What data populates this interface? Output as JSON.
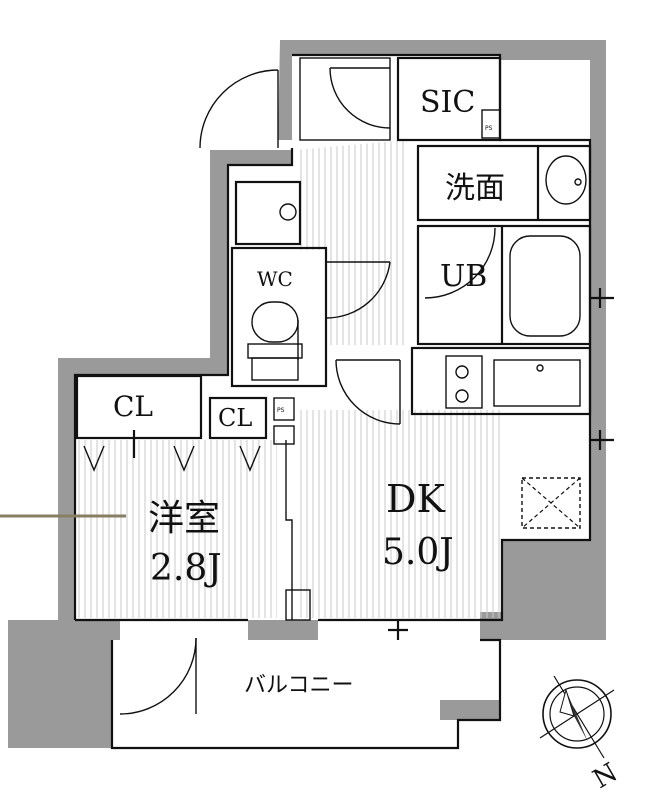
{
  "rooms": {
    "sic": "SIC",
    "washroom": "洗面",
    "unit_bath": "UB",
    "wc": "WC",
    "closet_1": "CL",
    "closet_2": "CL",
    "ps_1": "PS",
    "ps_2": "PS",
    "western_room": "洋室",
    "western_room_size": "2.8J",
    "dk": "DK",
    "dk_size": "5.0J",
    "balcony": "バルコニー"
  },
  "compass": {
    "label": "N"
  },
  "colors": {
    "wall": "#9a9a9a",
    "line": "#111111",
    "pointer": "#8a7d66"
  }
}
